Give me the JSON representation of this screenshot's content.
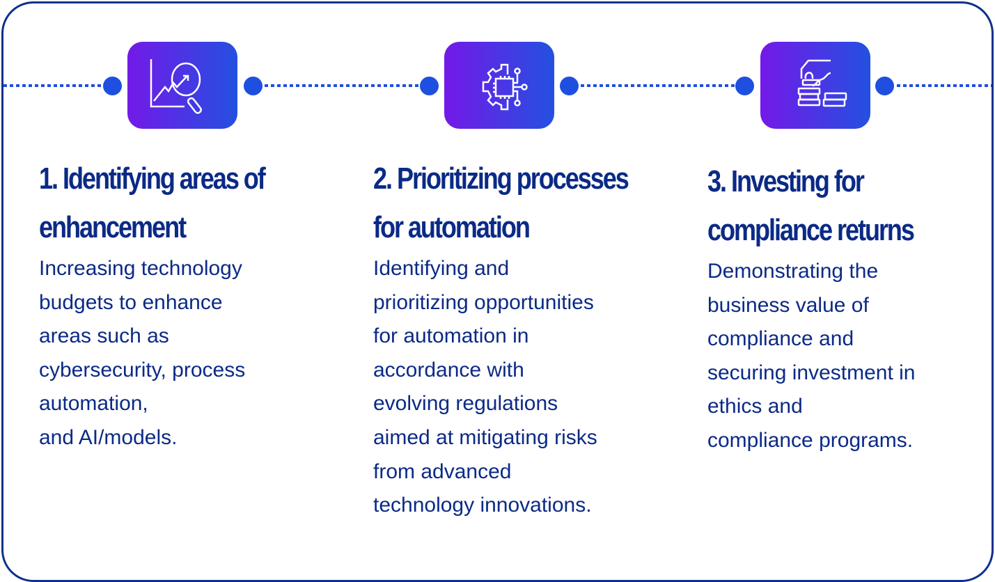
{
  "steps": [
    {
      "heading_line1": "1. Identifying areas of",
      "heading_line2": "enhancement",
      "body": [
        "Increasing technology",
        "budgets to enhance",
        "areas such as",
        "cybersecurity, process",
        "automation,",
        "and AI/models."
      ],
      "icon": "chart-magnifier-icon"
    },
    {
      "heading_line1": "2. Prioritizing processes",
      "heading_line2": "for automation",
      "body": [
        "Identifying and",
        "prioritizing opportunities",
        "for automation in",
        "accordance with",
        "evolving regulations",
        "aimed at mitigating risks",
        "from advanced",
        "technology innovations."
      ],
      "icon": "gear-chip-icon"
    },
    {
      "heading_line1": "3. Investing for",
      "heading_line2": "compliance returns",
      "body": [
        "Demonstrating the",
        "business value of",
        "compliance and",
        "securing investment in",
        "ethics and",
        "compliance programs."
      ],
      "icon": "hand-coins-icon"
    }
  ],
  "colors": {
    "border": "#0b318d",
    "accent": "#1f4fe0",
    "text": "#0b2a86",
    "gradient_start": "#7419e8",
    "gradient_end": "#2350e0"
  }
}
